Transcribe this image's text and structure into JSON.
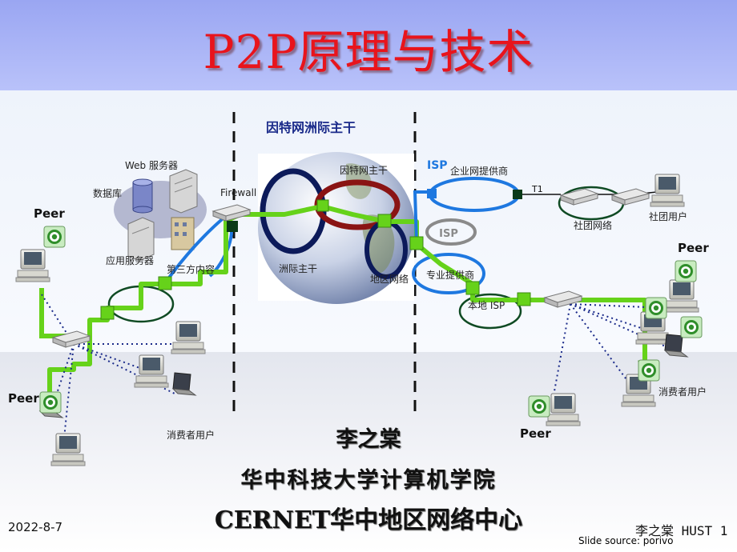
{
  "slide": {
    "title": "P2P原理与技术",
    "author": "李之棠",
    "institution": "华中科技大学计算机学院",
    "center": "CERNET华中地区网络中心",
    "date": "2022-8-7",
    "footer_right": "李之棠 HUST 1",
    "source": "Slide source: porivo"
  },
  "diagram": {
    "backbone_title": "因特网洲际主干",
    "globe_backbone": "因特网主干",
    "intercontinental": "洲际主干",
    "regional": "地区网络",
    "isp_left": "ISP",
    "isp_center": "ISP",
    "enterprise_provider": "企业网提供商",
    "t1": "T1",
    "org_network": "社团网络",
    "org_user": "社团用户",
    "pro_provider": "专业提供商",
    "local_isp": "本地 ISP",
    "consumer_right": "消费者用户",
    "consumer_left": "消费者用户",
    "firewall": "Firewall",
    "web_server": "Web 服务器",
    "database": "数据库",
    "app_server": "应用服务器",
    "third_party": "第三方内容",
    "peer_top_left": "Peer",
    "peer_bottom_left": "Peer",
    "peer_right_top": "Peer",
    "peer_bottom_center": "Peer"
  },
  "colors": {
    "title": "#e8141c",
    "link_green": "#66d21a",
    "ring_blue": "#1e78e0",
    "ring_navy": "#0c1a5a",
    "ring_red": "#8a1414",
    "ring_green": "#0f4a23",
    "node": "#0a3a18"
  }
}
